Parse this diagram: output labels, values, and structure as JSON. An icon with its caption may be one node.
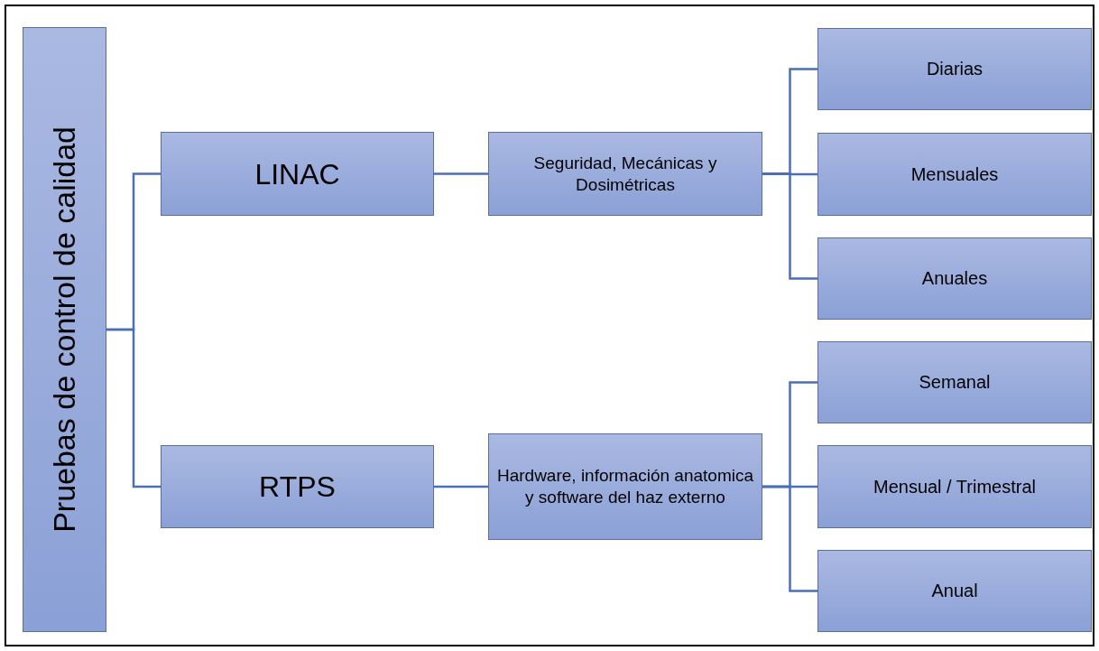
{
  "diagram": {
    "nodes": [
      {
        "text": [
          "Pruebas de control de calidad"
        ]
      },
      {
        "text": [
          "LINAC"
        ]
      },
      {
        "text": [
          "RTPS"
        ]
      },
      {
        "text": [
          "Seguridad, Mecánicas y Dosimétricas"
        ]
      },
      {
        "text": [
          "Hardware, información anatomica y software del haz externo"
        ]
      },
      {
        "text": [
          "Diarias"
        ]
      },
      {
        "text": [
          "Mensuales"
        ]
      },
      {
        "text": [
          "Anuales"
        ]
      },
      {
        "text": [
          "Semanal"
        ]
      },
      {
        "text": [
          "Mensual / Trimestral"
        ]
      },
      {
        "text": [
          "Anual"
        ]
      }
    ],
    "edges": [
      {
        "from": 0,
        "to": 1,
        "arrow": "none"
      },
      {
        "from": 0,
        "to": 2,
        "arrow": "none"
      },
      {
        "from": 1,
        "to": 3,
        "arrow": "none"
      },
      {
        "from": 2,
        "to": 4,
        "arrow": "none"
      },
      {
        "from": 3,
        "to": 5,
        "arrow": "none"
      },
      {
        "from": 3,
        "to": 6,
        "arrow": "none"
      },
      {
        "from": 3,
        "to": 7,
        "arrow": "none"
      },
      {
        "from": 4,
        "to": 8,
        "arrow": "none"
      },
      {
        "from": 4,
        "to": 9,
        "arrow": "none"
      },
      {
        "from": 4,
        "to": 10,
        "arrow": "none"
      }
    ]
  }
}
